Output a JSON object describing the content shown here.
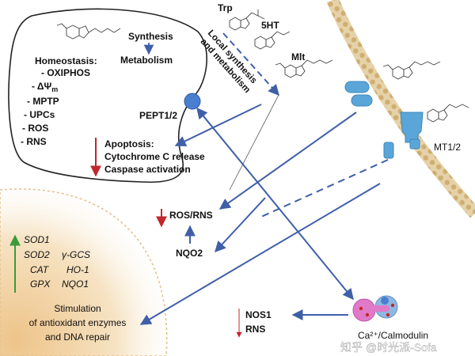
{
  "colors": {
    "arrow_blue": "#3f5fa8",
    "red": "#c0282c",
    "green": "#3a9a3a",
    "receptor_blue": "#5ba6d8",
    "membrane_tan": "#d9bf8f",
    "nucleus_tan": "#f3dcb4",
    "calmodulin_pink": "#e07ac8",
    "calmodulin_blue": "#8fb8e0"
  },
  "icons": {
    "mitochondrion": "mitochondrion-outline-icon",
    "pept": "pept-transporter-icon",
    "mt12": "mt-receptor-icon",
    "calmodulin": "calmodulin-icon"
  },
  "labels": {
    "trp": "Trp",
    "serotonin": "5HT",
    "melatonin": "Mlt",
    "synthesis": "Synthesis",
    "metabolism": "Metabolism",
    "local_synthesis": "Local synthesis",
    "and_metabolism": "and metabolism",
    "pept": "PEPT1/2",
    "mt": "MT1/2",
    "ros_rns": "ROS/RNS",
    "nqo2": "NQO2",
    "nos1": "NOS1",
    "rns": "RNS",
    "calmodulin": "Ca²⁺/Calmodulin",
    "watermark": "知乎 @时光派-Sofa"
  },
  "homeostasis": {
    "title": "Homeostasis:",
    "items": [
      "- OXIPHOS",
      "- ΔΨ",
      "- MPTP",
      "- UPCs",
      "- ROS",
      "- RNS"
    ],
    "delta_sub": "m"
  },
  "apoptosis": {
    "title": "Apoptosis:",
    "line1": "Cytochrome C release",
    "line2": "Caspase activation"
  },
  "enzymes": {
    "col1": [
      "SOD1",
      "SOD2",
      "CAT",
      "GPX"
    ],
    "col2": [
      "γ-GCS",
      "HO-1",
      "NQO1"
    ]
  },
  "stimulation": {
    "line1": "Stimulation",
    "line2": "of antioxidant enzymes",
    "line3": "and DNA repair"
  }
}
